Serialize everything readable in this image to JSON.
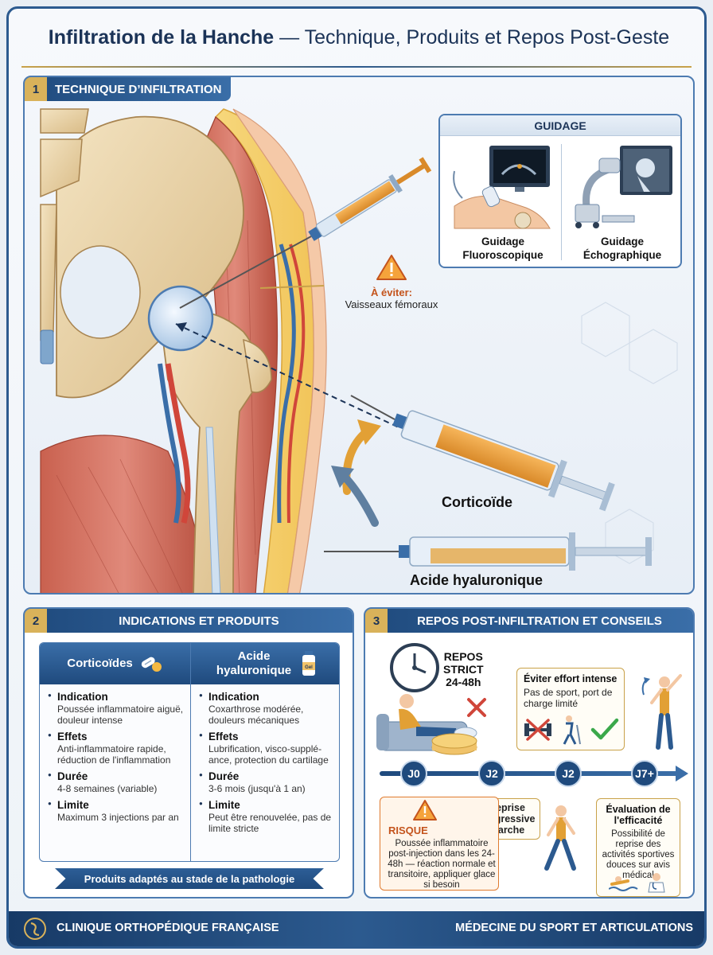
{
  "title": {
    "bold": "Infiltration de la Hanche",
    "rest": " — Technique, Produits et Repos Post-Geste"
  },
  "section1": {
    "number": "1",
    "label": "TECHNIQUE D’INFILTRATION",
    "guidage": {
      "title": "GUIDAGE",
      "left_caption": [
        "Guidage",
        "Fluoroscopique"
      ],
      "right_caption": [
        "Guidage",
        "Échographique"
      ]
    },
    "warning": {
      "title": "À éviter:",
      "subtitle": "Vaisseaux fémoraux"
    },
    "syringe1_label": "Corticoïde",
    "syringe2_label": "Acide hyaluronique"
  },
  "section2": {
    "number": "2",
    "label": "INDICATIONS ET PRODUITS",
    "columns": [
      {
        "title": "Corticoïdes",
        "items": [
          {
            "head": "Indication",
            "text": "Poussée inflammatoire aiguë, douleur intense"
          },
          {
            "head": "Effets",
            "text": "Anti-inflammatoire rapide, réduction de l'inflammation"
          },
          {
            "head": "Durée",
            "text": "4-8 semaines (variable)"
          },
          {
            "head": "Limite",
            "text": "Maximum 3 injections par an"
          }
        ]
      },
      {
        "title": "Acide hyaluronique",
        "vial_label": "Gel",
        "items": [
          {
            "head": "Indication",
            "text": "Coxarthrose modérée, douleurs mécaniques"
          },
          {
            "head": "Effets",
            "text": "Lubrification, visco-supplé-ance, protection du cartilage"
          },
          {
            "head": "Durée",
            "text": "3-6 mois (jusqu'à 1 an)"
          },
          {
            "head": "Limite",
            "text": "Peut être renouvelée, pas de limite stricte"
          }
        ]
      }
    ],
    "ribbon": "Produits adaptés au stade de la pathologie"
  },
  "section3": {
    "number": "3",
    "label": "REPOS POST-INFILTRATION ET CONSEILS",
    "repos": [
      "REPOS",
      "STRICT",
      "24-48h"
    ],
    "effort": {
      "title": "Éviter effort intense",
      "text": "Pas de sport, port de charge limité"
    },
    "timeline": [
      "J0",
      "J2",
      "J2",
      "J7+"
    ],
    "reprise": "Reprise progressive marche",
    "risk": {
      "title": "RISQUE",
      "text": "Poussée inflammatoire post-injection dans les 24-48h — réaction normale et transitoire, appliquer glace si besoin"
    },
    "eval": {
      "title": "Évaluation de l'efficacité",
      "text": "Possibilité de reprise des activités sportives douces sur avis médical"
    }
  },
  "footer": {
    "left": "CLINIQUE ORTHOPÉDIQUE FRANÇAISE",
    "right": "MÉDECINE DU SPORT ET ARTICULATIONS"
  }
}
